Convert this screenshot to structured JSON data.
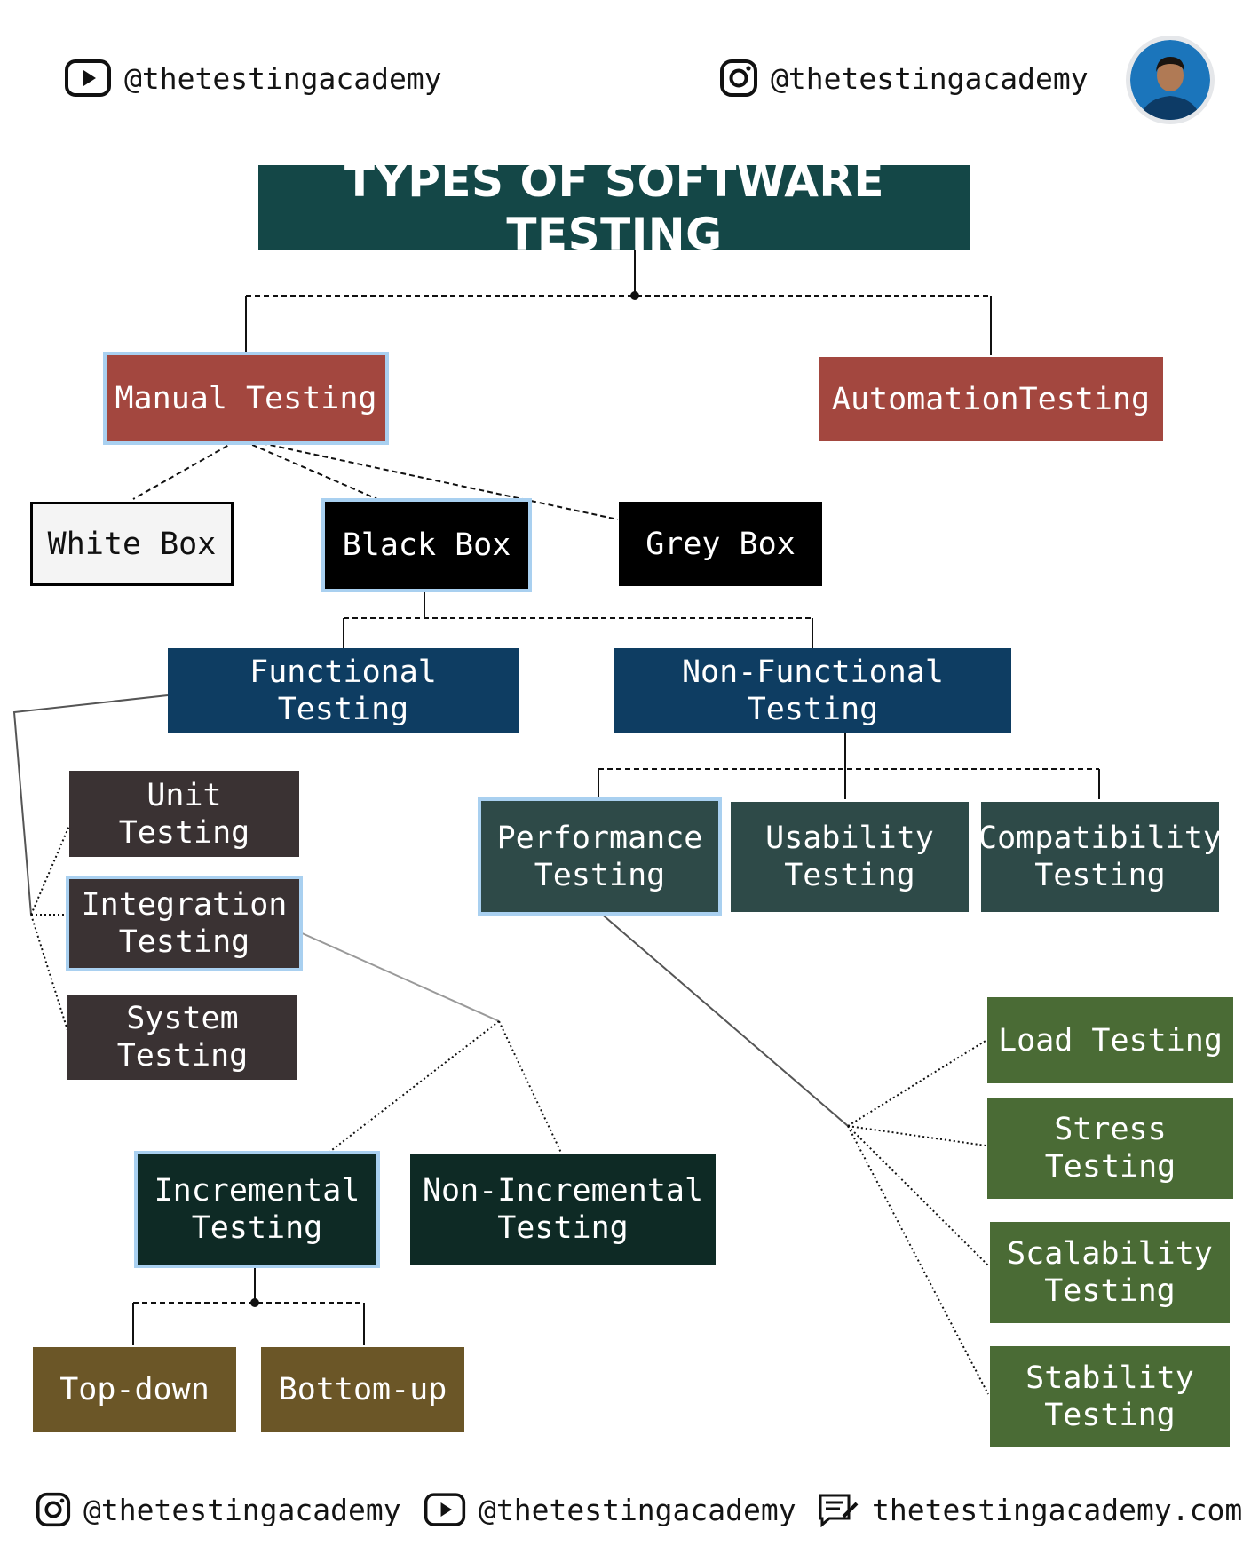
{
  "header": {
    "youtube_handle": "@thetestingacademy",
    "instagram_handle": "@thetestingacademy"
  },
  "title": "TYPES OF SOFTWARE TESTING",
  "nodes": {
    "manual": "Manual Testing",
    "automation": "AutomationTesting",
    "white_box": "White Box",
    "black_box": "Black Box",
    "grey_box": "Grey Box",
    "functional": "Functional Testing",
    "non_functional": "Non-Functional Testing",
    "unit": "Unit Testing",
    "integration": "Integration\nTesting",
    "system": "System\nTesting",
    "performance": "Performance\nTesting",
    "usability": "Usability\nTesting",
    "compatibility": "Compatibility\nTesting",
    "incremental": "Incremental\nTesting",
    "non_incremental": "Non-Incremental\nTesting",
    "top_down": "Top-down",
    "bottom_up": "Bottom-up",
    "load": "Load Testing",
    "stress": "Stress\nTesting",
    "scalability": "Scalability\nTesting",
    "stability": "Stability\nTesting"
  },
  "footer": {
    "instagram_handle": "@thetestingacademy",
    "youtube_handle": "@thetestingacademy",
    "website": "thetestingacademy.com"
  },
  "colors": {
    "title": "#144747",
    "manual_automation": "#a3473f",
    "black_grey_box": "#000000",
    "functional_nonfunctional": "#0e3d62",
    "unit_integration_system": "#3a3233",
    "performance_usability_compatibility": "#2e4a48",
    "incremental_nonincremental": "#0e2a25",
    "topdown_bottomup": "#6b5627",
    "load_stress_scalability_stability": "#4a6b35",
    "selection_outline": "#a9d0f0"
  },
  "icons": [
    "youtube-icon",
    "instagram-icon",
    "blog-icon",
    "avatar"
  ]
}
